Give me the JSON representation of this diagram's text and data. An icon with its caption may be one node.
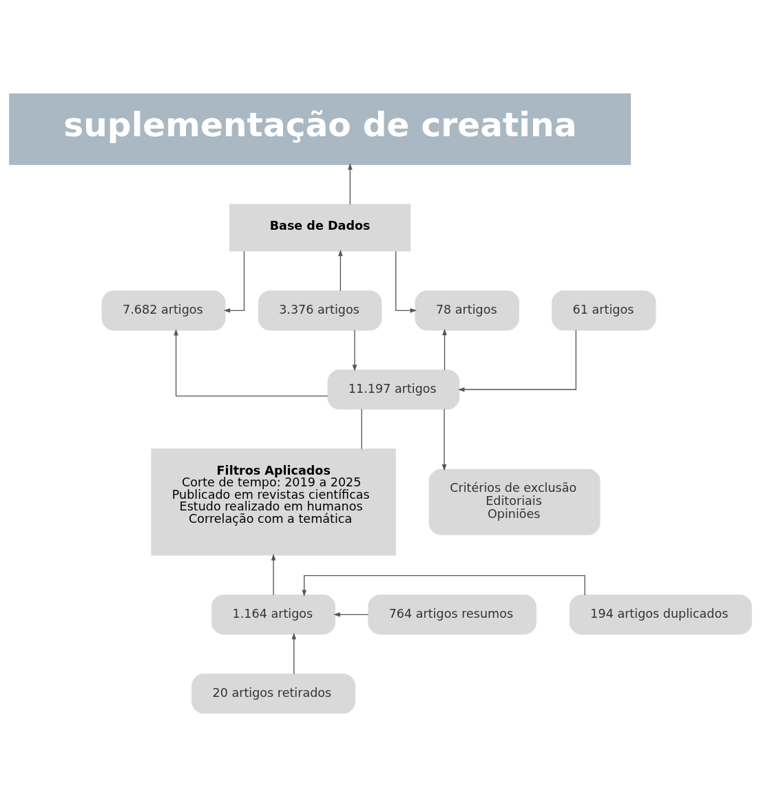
{
  "diagram": {
    "nodes": [
      {
        "text": [
          "suplementação de creatina"
        ]
      },
      {
        "text": [
          "Base de Dados"
        ]
      },
      {
        "text": [
          "7.682 artigos"
        ]
      },
      {
        "text": [
          "3.376 artigos"
        ]
      },
      {
        "text": [
          "78 artigos"
        ]
      },
      {
        "text": [
          "61 artigos"
        ]
      },
      {
        "text": [
          "11.197 artigos"
        ]
      },
      {
        "text": [
          "Filtros Aplicados",
          "Corte de tempo: 2019 a 2025",
          "Publicado em revistas científicas",
          "Estudo realizado em humanos",
          "Correlação com a temática"
        ]
      },
      {
        "text": [
          "Critérios de exclusão",
          "Editoriais",
          "Opiniões"
        ]
      },
      {
        "text": [
          "764 artigos resumos"
        ]
      },
      {
        "text": [
          "1.164 artigos"
        ]
      },
      {
        "text": [
          "194 artigos duplicados"
        ]
      },
      {
        "text": [
          "20 artigos retirados"
        ]
      }
    ],
    "edges": [
      {
        "from": 1,
        "to": 0,
        "arrow": "to"
      },
      {
        "from": 1,
        "to": 2,
        "arrow": "to"
      },
      {
        "from": 1,
        "to": 4,
        "arrow": "to"
      },
      {
        "from": 3,
        "to": 1,
        "arrow": "to"
      },
      {
        "from": 3,
        "to": 6,
        "arrow": "to"
      },
      {
        "from": 6,
        "to": 2,
        "arrow": "to"
      },
      {
        "from": 6,
        "to": 4,
        "arrow": "to"
      },
      {
        "from": 5,
        "to": 6,
        "arrow": "to"
      },
      {
        "from": 6,
        "to": 8,
        "arrow": "to"
      },
      {
        "from": 6,
        "to": 7,
        "arrow": "none"
      },
      {
        "from": 10,
        "to": 7,
        "arrow": "to"
      },
      {
        "from": 9,
        "to": 10,
        "arrow": "to"
      },
      {
        "from": 11,
        "to": 10,
        "arrow": "to"
      },
      {
        "from": 12,
        "to": 10,
        "arrow": "to"
      }
    ]
  }
}
